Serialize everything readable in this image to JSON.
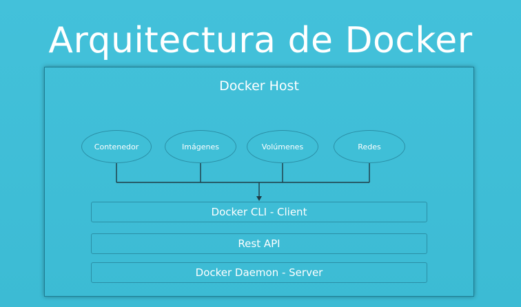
{
  "slide": {
    "title": "Arquitectura de Docker",
    "background_color": "#3ebdd6"
  },
  "host": {
    "label": "Docker Host"
  },
  "components": [
    {
      "label": "Contenedor"
    },
    {
      "label": "Imágenes"
    },
    {
      "label": "Volúmenes"
    },
    {
      "label": "Redes"
    }
  ],
  "layers": [
    {
      "label": "Docker CLI - Client"
    },
    {
      "label": "Rest API"
    },
    {
      "label": "Docker Daemon - Server"
    }
  ]
}
